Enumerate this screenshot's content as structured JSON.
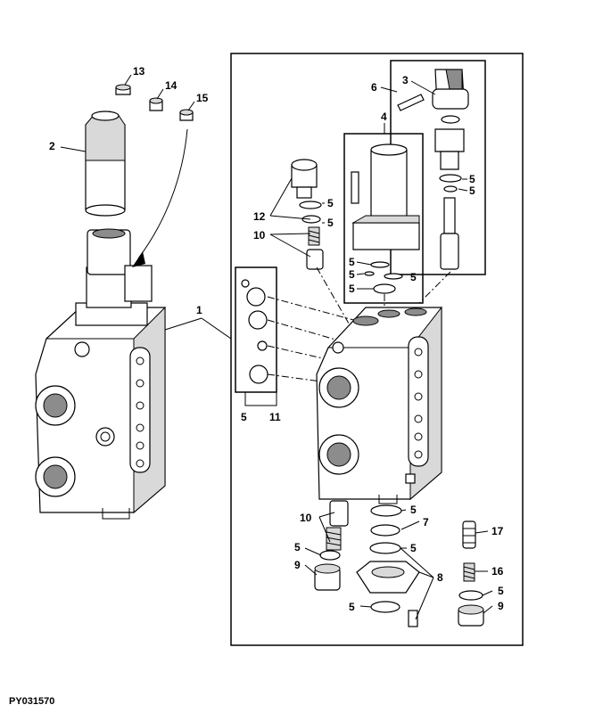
{
  "figure_id": "PY031570",
  "callouts": {
    "c1": "1",
    "c2": "2",
    "c3": "3",
    "c4": "4",
    "c5": "5",
    "c6": "6",
    "c7": "7",
    "c8": "8",
    "c9": "9",
    "c10": "10",
    "c11": "11",
    "c12": "12",
    "c13": "13",
    "c14": "14",
    "c15": "15",
    "c16": "16",
    "c17": "17"
  }
}
